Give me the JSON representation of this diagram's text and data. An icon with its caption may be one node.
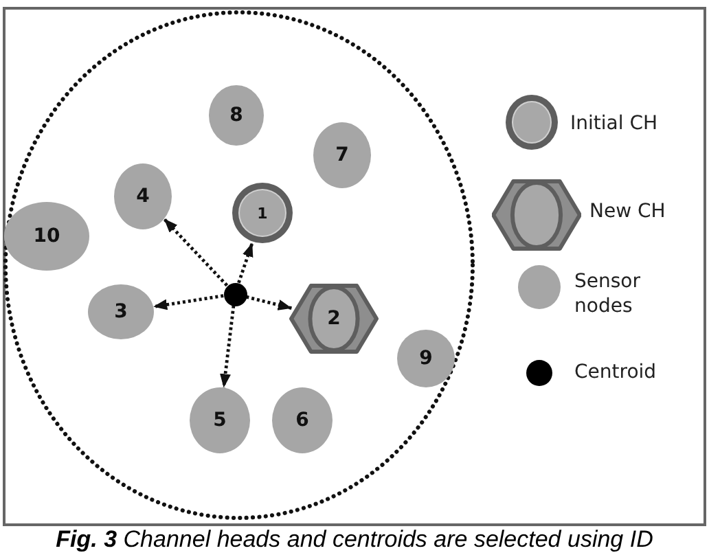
{
  "diagram": {
    "caption": "**Fig. 3** Channel heads and centroids are selected using ID",
    "nodes": [
      {
        "text": [
          "8"
        ]
      },
      {
        "text": [
          "7"
        ]
      },
      {
        "text": [
          "4"
        ]
      },
      {
        "text": [
          "1"
        ]
      },
      {
        "text": [
          "10"
        ]
      },
      {
        "text": [
          "3"
        ]
      },
      {
        "text": [],
        "shape": "circle"
      },
      {
        "text": [
          "2"
        ]
      },
      {
        "text": [
          "9"
        ]
      },
      {
        "text": [
          "5"
        ]
      },
      {
        "text": [
          "6"
        ]
      }
    ],
    "edges": [
      {
        "from": 6,
        "to": 2,
        "arrow": "to"
      },
      {
        "from": 6,
        "to": 3,
        "arrow": "to"
      },
      {
        "from": 6,
        "to": 5,
        "arrow": "to"
      },
      {
        "from": 6,
        "to": 7,
        "arrow": "to"
      },
      {
        "from": 6,
        "to": 9,
        "arrow": "to"
      }
    ],
    "legend": [
      {
        "text": "Initial CH"
      },
      {
        "text": "New CH"
      },
      {
        "text": "Sensor nodes",
        "color": "#a6a6a6"
      },
      {
        "text": "Centroid",
        "color": "#000000"
      }
    ]
  }
}
